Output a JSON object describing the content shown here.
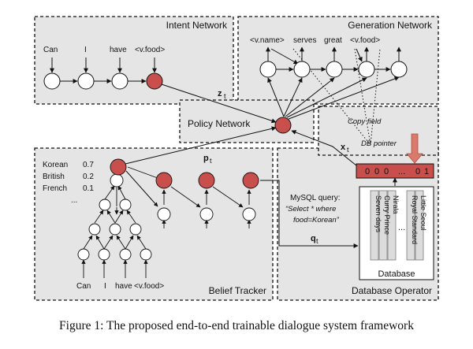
{
  "colors": {
    "panel_fill": "#e5e5e5",
    "node_fill": "#ffffff",
    "active_node_fill": "#c84f4b",
    "pointer_arrow": "#d97a6c",
    "db_fill": "#ffffff",
    "stroke": "#111111"
  },
  "panels": {
    "intent": "Intent Network",
    "generation": "Generation Network",
    "policy": "Policy Network",
    "belief": "Belief Tracker",
    "dbop": "Database Operator"
  },
  "intent": {
    "words": [
      "Can",
      "I",
      "have",
      "<v.food>"
    ],
    "vector": "z",
    "vector_sub": "t"
  },
  "generation": {
    "words": [
      "<v.name>",
      "serves",
      "great",
      "<v.food>"
    ],
    "copy_field": "Copy field"
  },
  "policy": {
    "vector": "x",
    "vector_sub": "t"
  },
  "belief": {
    "vector": "p",
    "vector_sub": "t",
    "slots": [
      {
        "label": "Korean",
        "value": "0.7"
      },
      {
        "label": "British",
        "value": "0.2"
      },
      {
        "label": "French",
        "value": "0.1"
      }
    ],
    "ellipsis": "...",
    "words": [
      "Can",
      "I",
      "have",
      "<v.food>"
    ]
  },
  "db": {
    "pointer_label": "DB pointer",
    "pointer_bits": [
      "0",
      "0",
      "0",
      "...",
      "0",
      "1"
    ],
    "query_title": "MySQL query:",
    "query_line1": "“Select * where",
    "query_line2": "food=Korean”",
    "query_vector": "q",
    "query_sub": "t",
    "columns": [
      [
        "Nirala",
        "Curry Prince",
        "Seven days"
      ],
      [
        "Little Seoul",
        "Royal Standard"
      ]
    ],
    "col_ellipsis": "...",
    "label": "Database"
  },
  "caption": "Figure 1: The proposed end-to-end trainable dialogue system framework"
}
